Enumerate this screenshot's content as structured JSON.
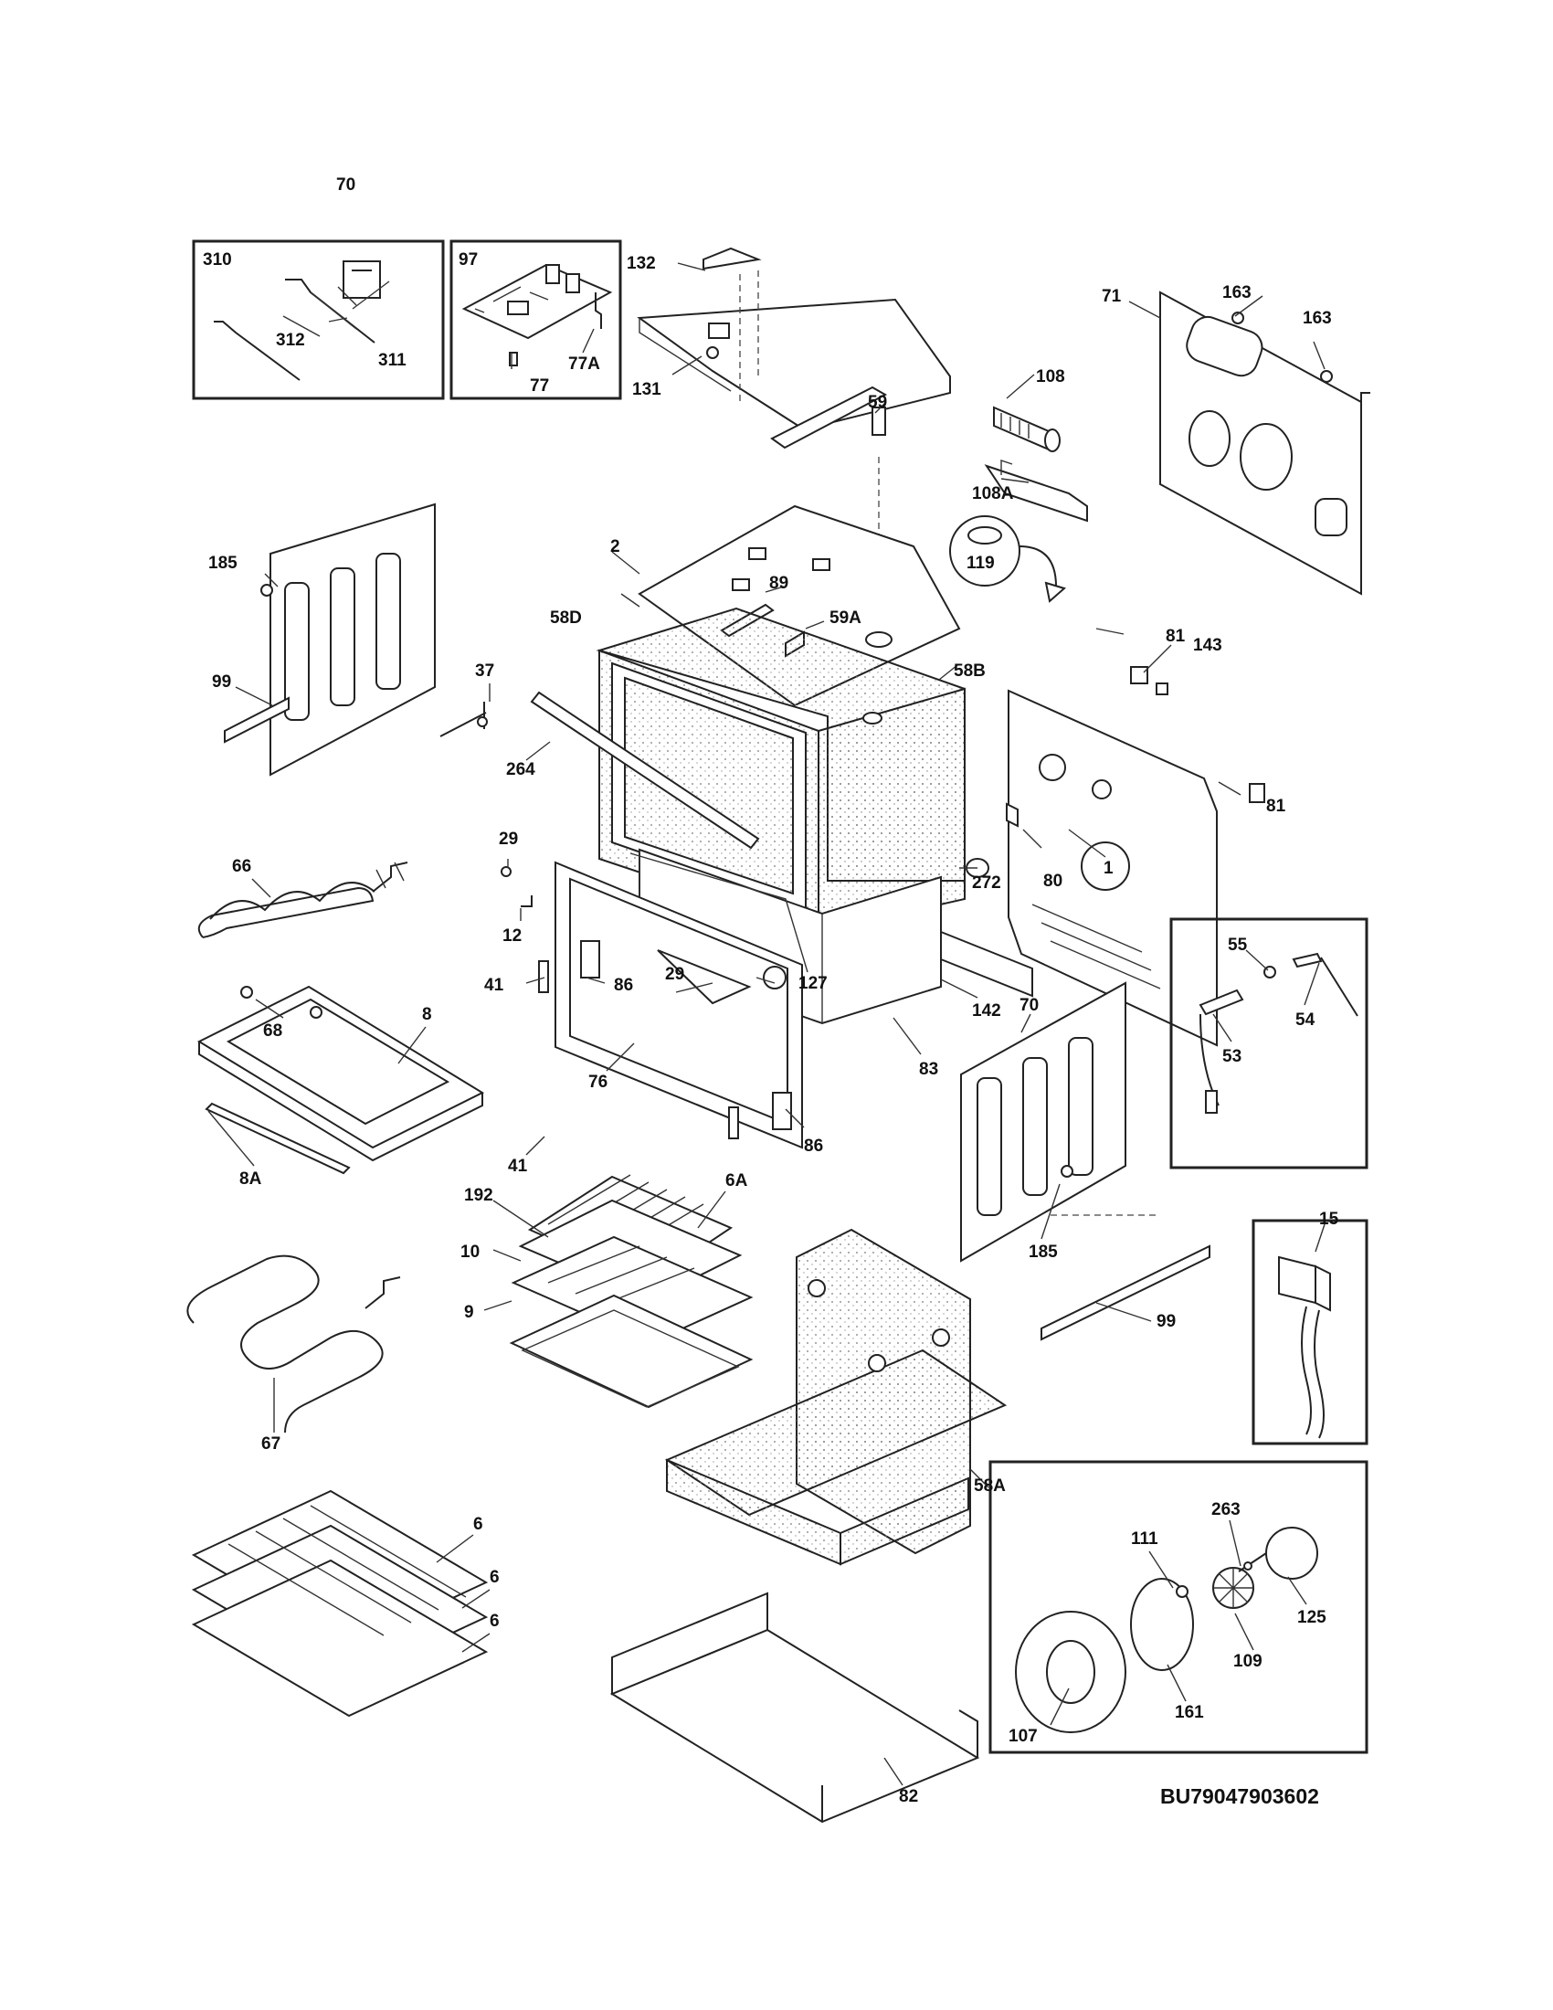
{
  "diagram": {
    "drawing_number": "BU79047903602",
    "callouts": {
      "c310": "310",
      "c312": "312",
      "c311": "311",
      "c97": "97",
      "c77": "77",
      "c77a": "77A",
      "c132": "132",
      "c131": "131",
      "c59": "59",
      "c163a": "163",
      "c163b": "163",
      "c71": "71",
      "c108": "108",
      "c108a": "108A",
      "c119": "119",
      "c70a": "70",
      "c185a": "185",
      "c99a": "99",
      "c2": "2",
      "c89": "89",
      "c58d": "58D",
      "c59a": "59A",
      "c58b": "58B",
      "c81a": "81",
      "c143": "143",
      "c81b": "81",
      "c37": "37",
      "c264": "264",
      "c272": "272",
      "c80": "80",
      "c1": "1",
      "c66": "66",
      "c29a": "29",
      "c12": "12",
      "c68": "68",
      "c8": "8",
      "c8a": "8A",
      "c41a": "41",
      "c86a": "86",
      "c29b": "29",
      "c127": "127",
      "c76": "76",
      "c83": "83",
      "c142": "142",
      "c41b": "41",
      "c86b": "86",
      "c55": "55",
      "c54": "54",
      "c53": "53",
      "c70b": "70",
      "c185b": "185",
      "c99b": "99",
      "c192": "192",
      "c6a": "6A",
      "c10": "10",
      "c9": "9",
      "c67": "67",
      "c15": "15",
      "c58a": "58A",
      "c6a1": "6",
      "c6a2": "6",
      "c6a3": "6",
      "c263": "263",
      "c111": "111",
      "c125": "125",
      "c109": "109",
      "c107": "107",
      "c161": "161",
      "c82": "82"
    }
  }
}
